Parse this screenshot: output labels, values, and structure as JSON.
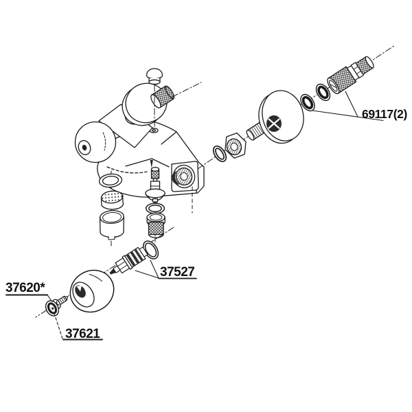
{
  "diagram": {
    "background": "#ffffff",
    "line_color": "#1a1a1a",
    "labels": {
      "connector": "69117(2)",
      "cartridge": "37527",
      "index_cap": "37620*",
      "handle": "37621"
    }
  }
}
